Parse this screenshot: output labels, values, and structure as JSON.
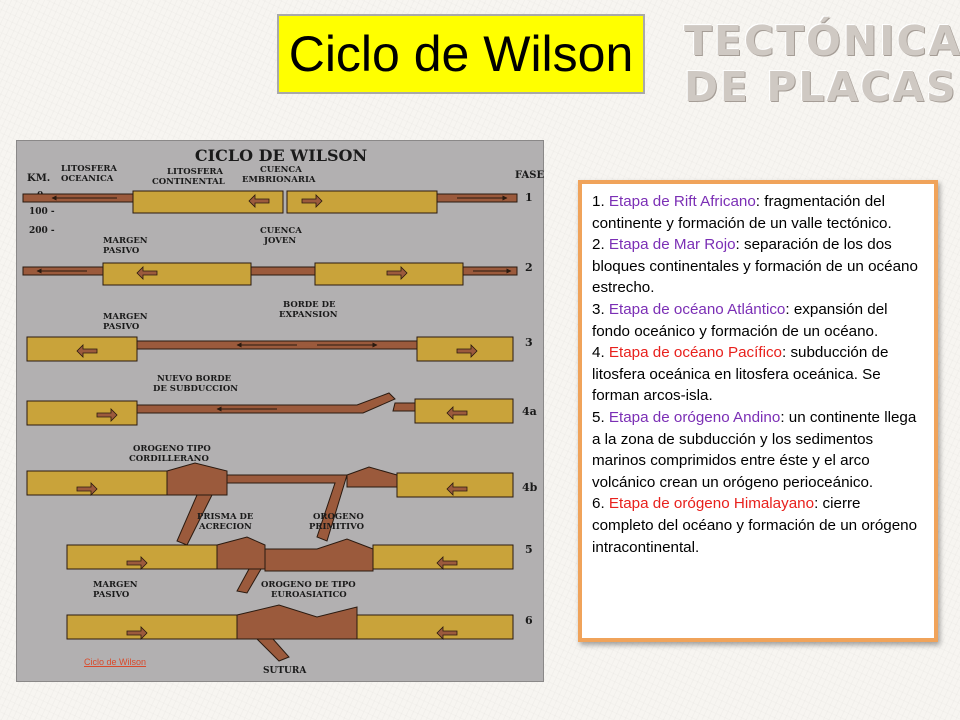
{
  "title": "Ciclo de Wilson",
  "header": {
    "line1": "TECTÓNICA",
    "line2": "DE PLACAS"
  },
  "figure": {
    "heading": "CICLO DE WILSON",
    "km_label": "KM.",
    "km_ticks": [
      "0",
      "100 -",
      "200 -"
    ],
    "phase_header": "FASE",
    "phases": [
      "1",
      "2",
      "3",
      "4a",
      "4b",
      "5",
      "6"
    ],
    "labels": {
      "litosfera_oceanica_1": "LITOSFERA",
      "litosfera_oceanica_2": "OCEANICA",
      "litosfera_continental_1": "LITOSFERA",
      "litosfera_continental_2": "CONTINENTAL",
      "cuenca_embrionaria_1": "CUENCA",
      "cuenca_embrionaria_2": "EMBRIONARIA",
      "margen_pasivo_a_1": "MARGEN",
      "margen_pasivo_a_2": "PASIVO",
      "cuenca_joven_1": "CUENCA",
      "cuenca_joven_2": "JOVEN",
      "margen_pasivo_b_1": "MARGEN",
      "margen_pasivo_b_2": "PASIVO",
      "borde_expansion_1": "BORDE DE",
      "borde_expansion_2": "EXPANSION",
      "nuevo_borde_1": "NUEVO BORDE",
      "nuevo_borde_2": "DE SUBDUCCION",
      "orogeno_cordillerano_1": "OROGENO TIPO",
      "orogeno_cordillerano_2": "CORDILLERANO",
      "prisma_acrecion_1": "PRISMA DE",
      "prisma_acrecion_2": "ACRECION",
      "orogeno_primitivo_1": "OROGENO",
      "orogeno_primitivo_2": "PRIMITIVO",
      "margen_pasivo_c_1": "MARGEN",
      "margen_pasivo_c_2": "PASIVO",
      "orogeno_euroasiatico_1": "OROGENO DE TIPO",
      "orogeno_euroasiatico_2": "EUROASIATICO",
      "sutura": "SUTURA"
    },
    "link": "Ciclo de Wilson",
    "colors": {
      "continental": "#c9a33a",
      "oceanic": "#9b5a3c",
      "outline": "#2a1a10"
    }
  },
  "stages": [
    {
      "num": "1. ",
      "name": "Etapa de Rift Africano",
      "name_color": "purple",
      "sep": ":",
      "desc": " fragmentación del continente y formación de un valle tectónico."
    },
    {
      "num": "2. ",
      "name": "Etapa de Mar Rojo",
      "name_color": "purple",
      "sep": ":",
      "desc": " separación de los dos bloques continentales y formación de un océano estrecho."
    },
    {
      "num": "3. ",
      "name": "Etapa de océano Atlántico",
      "name_color": "purple",
      "sep": ":",
      "desc": " expansión del fondo oceánico y formación de un océano."
    },
    {
      "num": "4. ",
      "name": "Etapa de océano Pacífico",
      "name_color": "red",
      "sep": ":",
      "desc": " subducción de litosfera oceánica en litosfera oceánica. Se forman arcos-isla."
    },
    {
      "num": "5. ",
      "name": "Etapa de orógeno Andino",
      "name_color": "purple",
      "sep": ":",
      "desc": " un continente llega a la zona de subducción y los sedimentos marinos comprimidos entre éste y el arco volcánico crean un orógeno perioceánico."
    },
    {
      "num": "6. ",
      "name": "Etapa de orógeno Himalayano",
      "name_color": "red",
      "sep": ":",
      "desc": " cierre completo del océano y formación de un orógeno intracontinental."
    }
  ]
}
